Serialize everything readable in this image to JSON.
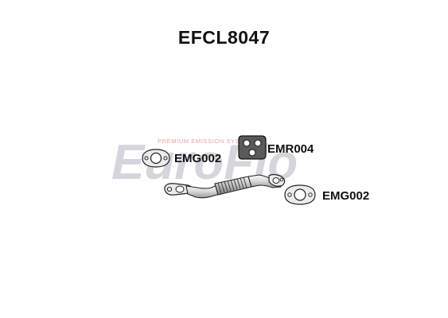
{
  "title": "EFCL8047",
  "watermark": {
    "brand_text": "EuroFlo",
    "tagline": "PREMIUM EMISSION SYSTEMS",
    "brand_color": "#c8c8cf",
    "tagline_color": "#e4a3a3"
  },
  "parts": {
    "gasket_left_label": "EMG002",
    "mounting_rubber_label": "EMR004",
    "gasket_right_label": "EMG002"
  },
  "colors": {
    "line": "#222222",
    "part_fill": "#ececec",
    "part_shade": "#bdbdbd"
  }
}
